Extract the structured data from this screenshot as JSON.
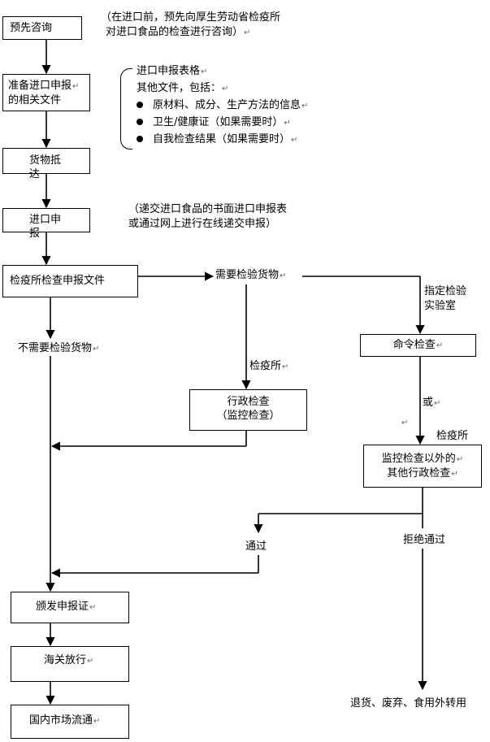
{
  "nodes": {
    "consult": "预先咨询",
    "prepare_line1": "准备进口申报",
    "prepare_line2": "的相关文件",
    "arrival": "货物抵达",
    "declare": "进口申报",
    "quarantine_check": "检疫所检查申报文件",
    "need_inspection": "需要检验货物",
    "no_inspection": "不需要检验货物",
    "order_inspection": "命令检查",
    "admin_line1": "行政检查",
    "admin_line2": "（监控检查）",
    "other_line1": "监控检查以外的",
    "other_line2": "其他行政检查",
    "issue_cert": "颁发申报证",
    "customs": "海关放行",
    "market": "国内市场流通",
    "reject_result": "退货、废弃、食用外转用"
  },
  "labels": {
    "lab_line1": "指定检验",
    "lab_line2": "实验室",
    "quarantine_a": "检疫所",
    "or": "或",
    "quarantine_b": "检疫所",
    "pass": "通过",
    "reject": "拒绝通过"
  },
  "notes": {
    "consult_line1": "（在进口前，预先向厚生劳动省检疫所",
    "consult_line2": "对进口食品的检查进行咨询）",
    "docs_title": "进口申报表格",
    "docs_other": "其他文件，包括：",
    "docs_items": [
      "原材料、成分、生产方法的信息",
      "卫生/健康证（如果需要时）",
      "自我检查结果（如果需要时）"
    ],
    "declare_line1": "（递交进口食品的书面进口申报表",
    "declare_line2": "或通过网上进行在线递交申报）"
  },
  "marks": {
    "return": "↵"
  }
}
